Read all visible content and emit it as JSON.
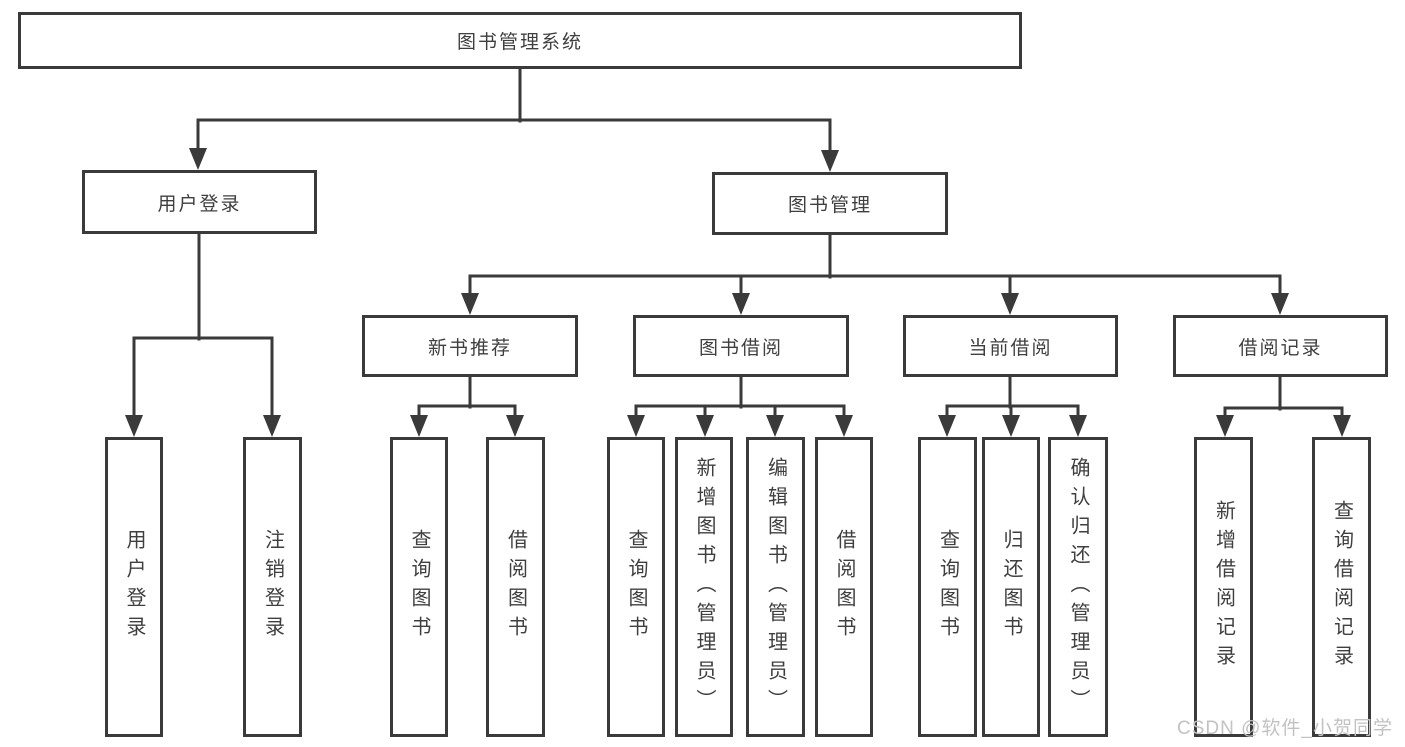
{
  "diagram": {
    "type": "hierarchy-tree",
    "tree": {
      "label": "图书管理系统",
      "children": [
        {
          "label": "用户登录",
          "children": [
            {
              "label": "用户登录"
            },
            {
              "label": "注销登录"
            }
          ]
        },
        {
          "label": "图书管理",
          "children": [
            {
              "label": "新书推荐",
              "children": [
                {
                  "label": "查询图书"
                },
                {
                  "label": "借阅图书"
                }
              ]
            },
            {
              "label": "图书借阅",
              "children": [
                {
                  "label": "查询图书"
                },
                {
                  "label": "新增图书（管理员）"
                },
                {
                  "label": "编辑图书（管理员）"
                },
                {
                  "label": "借阅图书"
                }
              ]
            },
            {
              "label": "当前借阅",
              "children": [
                {
                  "label": "查询图书"
                },
                {
                  "label": "归还图书"
                },
                {
                  "label": "确认归还（管理员）"
                }
              ]
            },
            {
              "label": "借阅记录",
              "children": [
                {
                  "label": "新增借阅记录"
                },
                {
                  "label": "查询借阅记录"
                }
              ]
            }
          ]
        }
      ]
    },
    "colors": {
      "line": "#3a3a3a",
      "text": "#3f3f3f",
      "box_background": "#ffffff",
      "watermark": "#c3c2c2"
    }
  },
  "watermark": {
    "text": "CSDN @软件_小贺同学"
  }
}
